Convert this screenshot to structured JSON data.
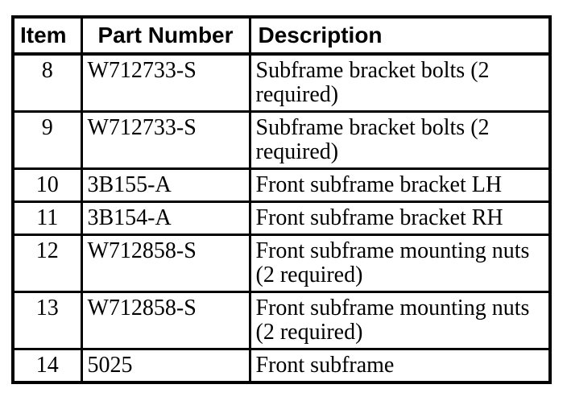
{
  "table": {
    "columns": [
      {
        "key": "item",
        "label": "Item"
      },
      {
        "key": "part_number",
        "label": "Part Number"
      },
      {
        "key": "description",
        "label": "Description"
      }
    ],
    "rows": [
      {
        "item": "8",
        "part_number": "W712733-S",
        "description": "Subframe bracket bolts (2 required)",
        "description_lines": [
          "Subframe bracket bolts (2",
          "required)"
        ]
      },
      {
        "item": "9",
        "part_number": "W712733-S",
        "description": "Subframe bracket bolts (2 required)",
        "description_lines": [
          "Subframe bracket bolts (2",
          "required)"
        ]
      },
      {
        "item": "10",
        "part_number": "3B155-A",
        "description": "Front subframe bracket LH",
        "description_lines": [
          "Front subframe bracket LH"
        ]
      },
      {
        "item": "11",
        "part_number": "3B154-A",
        "description": "Front subframe bracket RH",
        "description_lines": [
          "Front subframe bracket RH"
        ]
      },
      {
        "item": "12",
        "part_number": "W712858-S",
        "description": "Front subframe mounting nuts (2 required)",
        "description_lines": [
          "Front subframe mounting nuts",
          "(2 required)"
        ]
      },
      {
        "item": "13",
        "part_number": "W712858-S",
        "description": "Front subframe mounting nuts (2 required)",
        "description_lines": [
          "Front subframe mounting nuts",
          "(2 required)"
        ]
      },
      {
        "item": "14",
        "part_number": "5025",
        "description": "Front subframe",
        "description_lines": [
          "Front subframe"
        ]
      }
    ],
    "colors": {
      "border": "#000000",
      "text": "#000000",
      "background": "#ffffff"
    }
  }
}
